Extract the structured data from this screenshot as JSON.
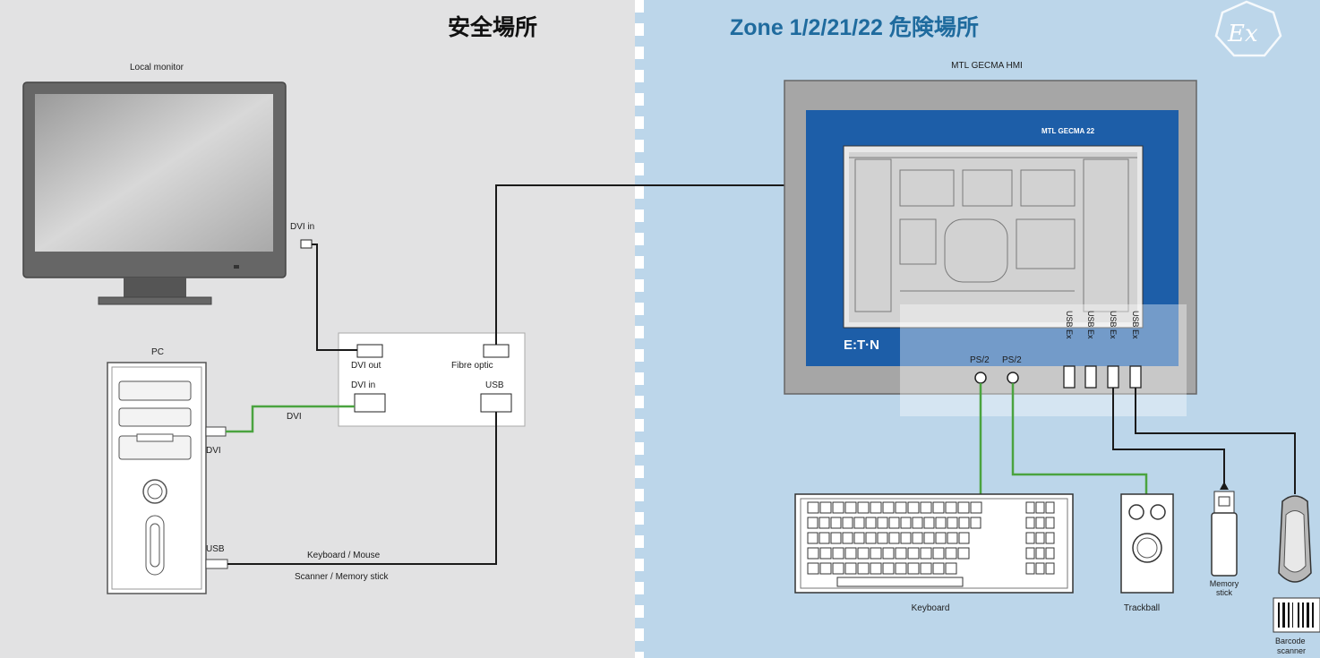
{
  "header": {
    "safe_area": "安全場所",
    "hazardous_area": "Zone 1/2/21/22 危険場所"
  },
  "devices": {
    "local_monitor": "Local monitor",
    "pc": "PC",
    "hmi": "MTL GECMA HMI",
    "hmi_panel_brand": "MTL GECMA 22",
    "eaton_logo": "E:T·N",
    "keyboard": "Keyboard",
    "trackball": "Trackball",
    "memory_stick_line1": "Memory",
    "memory_stick_line2": "stick",
    "barcode_line1": "Barcode",
    "barcode_line2": "scanner"
  },
  "ports": {
    "monitor_dvi_in": "DVI in",
    "box_dvi_out": "DVI out",
    "box_dvi_in": "DVI in",
    "box_fibre": "Fibre optic",
    "box_usb": "USB",
    "pc_dvi": "DVI",
    "pc_usb": "USB",
    "ps2_1": "PS/2",
    "ps2_2": "PS/2",
    "usb_ex_1": "USB Ex",
    "usb_ex_2": "USB Ex",
    "usb_ex_3": "USB Ex",
    "usb_ex_4": "USB Ex"
  },
  "cables": {
    "dvi_link": "DVI",
    "usb_line1": "Keyboard / Mouse",
    "usb_line2": "Scanner / Memory stick"
  },
  "colors": {
    "safe_bg": "#e2e2e3",
    "hazard_bg": "#bcd6ea",
    "hazard_heading": "#1f6b9e",
    "dvi_cable": "#4aa33f",
    "ps2_cable": "#4aa33f",
    "fibre_cable": "#1a1a1a",
    "hmi_frame": "#1d5ea8"
  },
  "icons": [
    "ex-mark-icon",
    "eaton-logo"
  ]
}
